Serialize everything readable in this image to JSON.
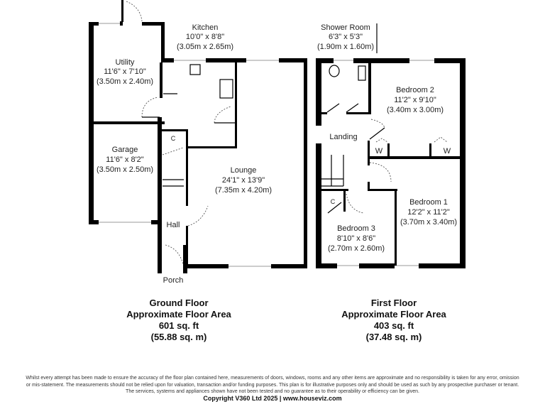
{
  "ground_floor": {
    "rooms": {
      "kitchen": {
        "name": "Kitchen",
        "imperial": "10'0\" x 8'8\"",
        "metric": "(3.05m x 2.65m)"
      },
      "utility": {
        "name": "Utility",
        "imperial": "11'6\" x 7'10\"",
        "metric": "(3.50m x 2.40m)"
      },
      "garage": {
        "name": "Garage",
        "imperial": "11'6\" x 8'2\"",
        "metric": "(3.50m x 2.50m)"
      },
      "lounge": {
        "name": "Lounge",
        "imperial": "24'1\" x 13'9\"",
        "metric": "(7.35m x 4.20m)"
      },
      "hall": {
        "name": "Hall"
      },
      "porch": {
        "name": "Porch"
      },
      "cupboard": {
        "name": "C"
      }
    },
    "title": "Ground Floor",
    "area_label": "Approximate Floor Area",
    "sqft": "601 sq. ft",
    "sqm": "(55.88 sq. m)"
  },
  "first_floor": {
    "rooms": {
      "shower": {
        "name": "Shower Room",
        "imperial": "6'3\" x 5'3\"",
        "metric": "(1.90m x 1.60m)"
      },
      "bedroom2": {
        "name": "Bedroom 2",
        "imperial": "11'2\" x 9'10\"",
        "metric": "(3.40m x 3.00m)"
      },
      "landing": {
        "name": "Landing"
      },
      "bedroom1": {
        "name": "Bedroom 1",
        "imperial": "12'2\" x 11'2\"",
        "metric": "(3.70m x 3.40m)"
      },
      "bedroom3": {
        "name": "Bedroom 3",
        "imperial": "8'10\" x 8'6\"",
        "metric": "(2.70m x 2.60m)"
      },
      "wardrobe1": {
        "name": "W"
      },
      "wardrobe2": {
        "name": "W"
      },
      "cupboard": {
        "name": "C"
      }
    },
    "title": "First Floor",
    "area_label": "Approximate Floor Area",
    "sqft": "403 sq. ft",
    "sqm": "(37.48 sq. m)"
  },
  "footer": {
    "disclaimer_1": "Whilst every attempt has been made to ensure the accuracy of the floor plan contained here, measurements of doors, windows, rooms and any other items are approximate and no responsibility is taken for any error, omission",
    "disclaimer_2": "or mis-statement. The measurements should not be relied upon for valuation, transaction and/or funding purposes. This plan is for illustrative purposes only and should be used as such by any prospective purchaser or tenant.",
    "disclaimer_3": "The services, systems and appliances shown have not been tested and no guarantee as to their operability or efficiency can be given.",
    "copyright": "Copyright V360 Ltd 2025 | www.houseviz.com"
  }
}
